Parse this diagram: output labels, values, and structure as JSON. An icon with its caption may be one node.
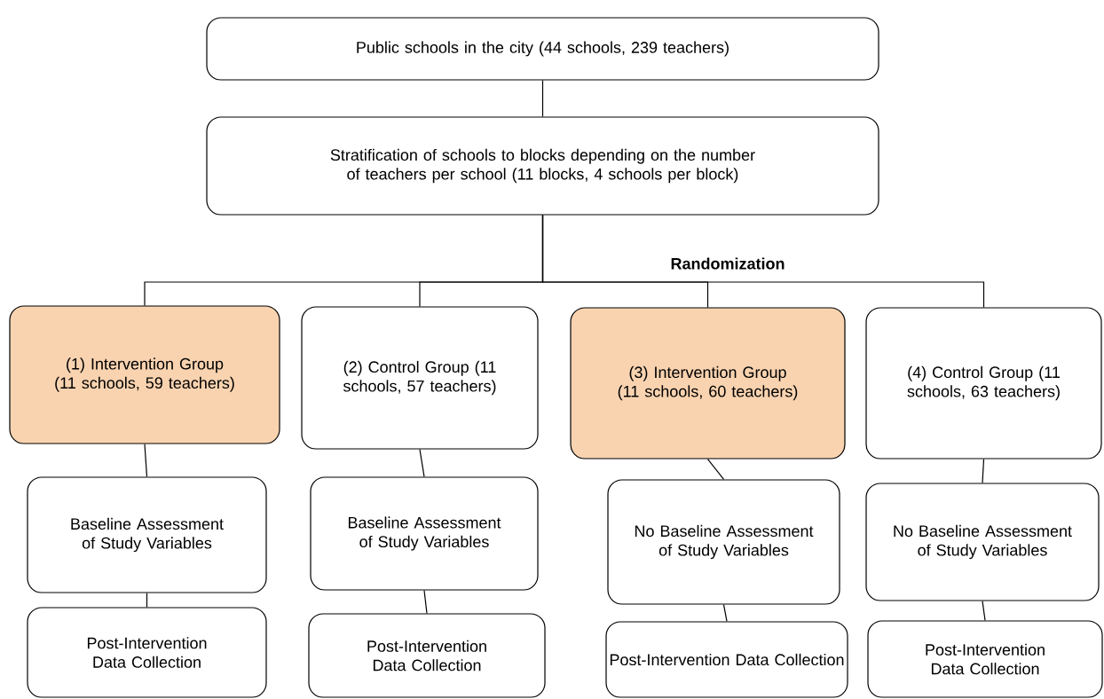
{
  "diagram": {
    "nodes": [
      {
        "text": [
          "Public schools in the city (44 schools, 239 teachers)"
        ]
      },
      {
        "text": [
          "Stratification of schools to blocks depending on the number of teachers per school (11 blocks, 4 schools per block)"
        ]
      },
      {
        "text": [
          "(1) Intervention Group (11 schools, 59 teachers)"
        ]
      },
      {
        "text": [
          "(2) Control Group (11 schools, 57 teachers)"
        ]
      },
      {
        "text": [
          "(3) Intervention Group (11 schools, 60 teachers)"
        ]
      },
      {
        "text": [
          "(4) Control Group (11 schools, 63 teachers)"
        ]
      },
      {
        "text": [
          "Baseline Assessment of Study Variables"
        ]
      },
      {
        "text": [
          "Baseline Assessment of Study Variables"
        ]
      },
      {
        "text": [
          "No Baseline Assessment of Study Variables"
        ]
      },
      {
        "text": [
          "No Baseline Assessment of Study Variables"
        ]
      },
      {
        "text": [
          "Post-Intervention Data Collection"
        ]
      },
      {
        "text": [
          "Post-Intervention Data Collection"
        ]
      },
      {
        "text": [
          "Post-Intervention Data Collection"
        ]
      },
      {
        "text": [
          "Post-Intervention Data Collection"
        ]
      }
    ],
    "edges": [
      {
        "from": 0,
        "to": 1,
        "arrow": "none"
      },
      {
        "from": 1,
        "to": 2,
        "arrow": "none"
      },
      {
        "from": 1,
        "to": 3,
        "arrow": "none"
      },
      {
        "from": 1,
        "to": 4,
        "arrow": "none"
      },
      {
        "from": 1,
        "to": 5,
        "arrow": "none"
      },
      {
        "from": 2,
        "to": 6,
        "arrow": "none"
      },
      {
        "from": 3,
        "to": 7,
        "arrow": "none"
      },
      {
        "from": 4,
        "to": 8,
        "arrow": "none"
      },
      {
        "from": 5,
        "to": 9,
        "arrow": "none"
      },
      {
        "from": 6,
        "to": 10,
        "arrow": "none"
      },
      {
        "from": 7,
        "to": 11,
        "arrow": "none"
      },
      {
        "from": 8,
        "to": 12,
        "arrow": "none"
      },
      {
        "from": 9,
        "to": 13,
        "arrow": "none"
      }
    ],
    "labels": [
      "Randomization"
    ]
  }
}
